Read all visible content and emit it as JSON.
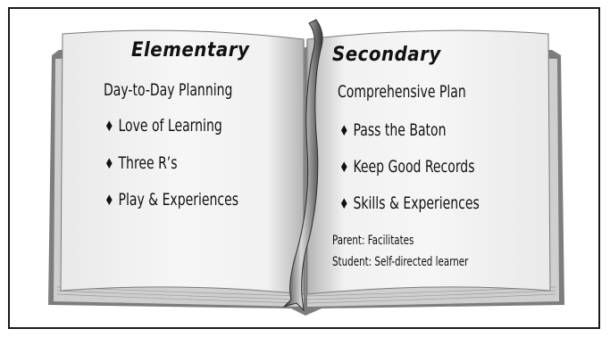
{
  "left_page": {
    "heading": "Elementary",
    "subheading": "Day-to-Day Planning",
    "bullets": [
      "Love of Learning",
      "Three R’s",
      "Play & Experiences"
    ]
  },
  "right_page": {
    "heading": "Secondary",
    "subheading": "Comprehensive Plan",
    "bullets": [
      "Pass the Baton",
      "Keep Good Records",
      "Skills & Experiences"
    ],
    "roles": [
      "Parent: Facilitates",
      "Student: Self-directed learner"
    ]
  },
  "bullet_glyph": "♦",
  "colors": {
    "page": "#f4f4f4",
    "page_shadow": "#b8b8b8",
    "cover": "#7a7a7a",
    "ribbon": "#555555",
    "ribbon_highlight": "#cfcfcf",
    "frame_border": "#1a1a1a"
  }
}
